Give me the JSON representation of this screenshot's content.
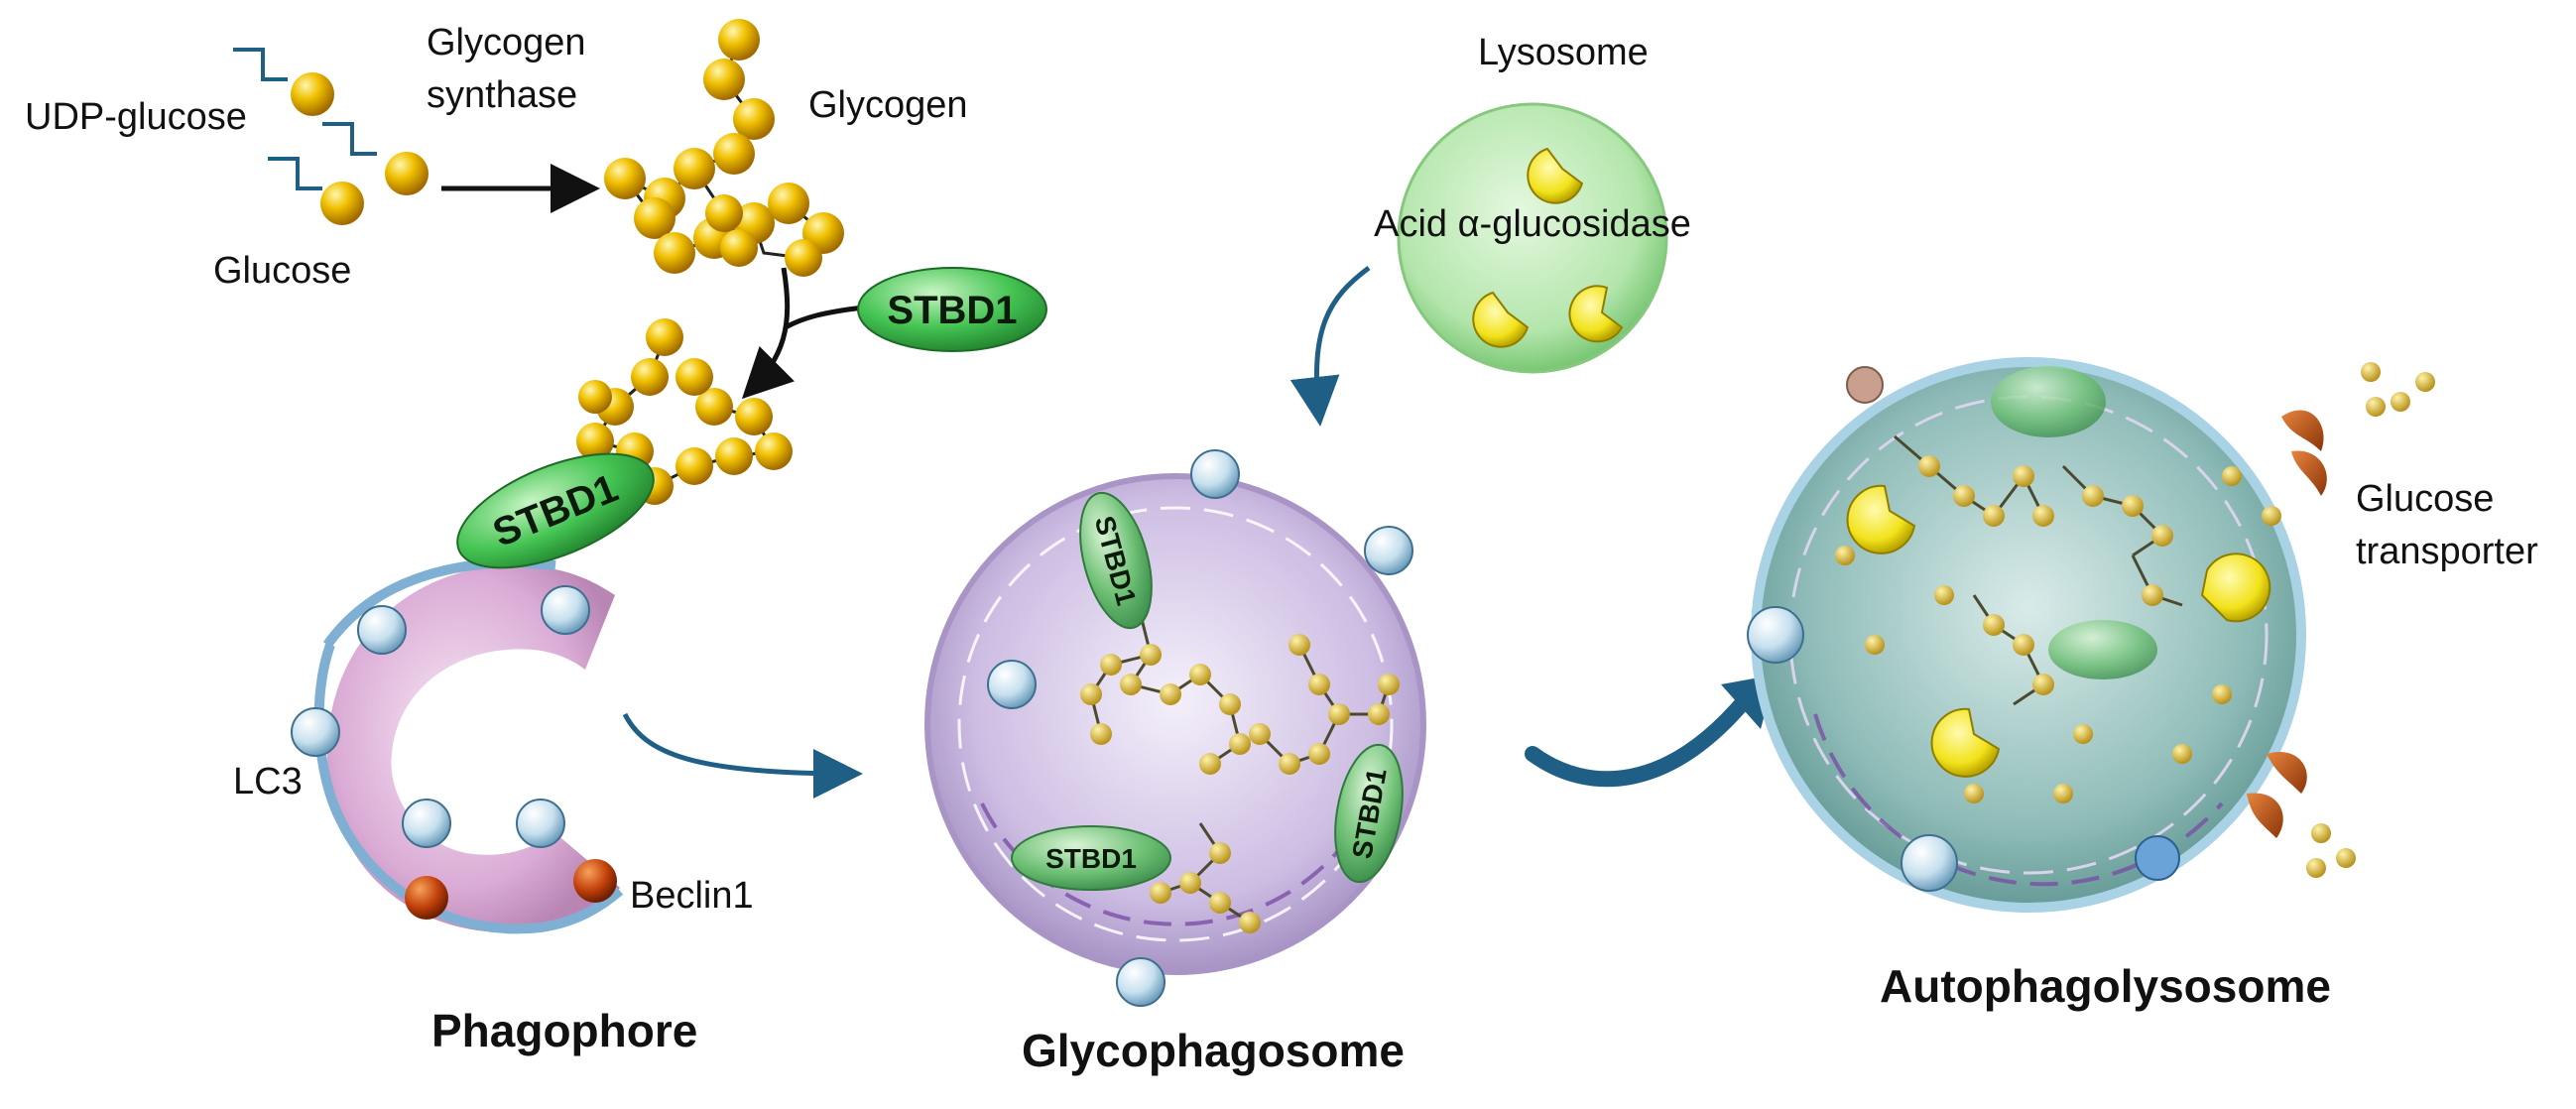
{
  "labels": {
    "udp_glucose": "UDP-glucose",
    "glucose": "Glucose",
    "glycogen_synthase_line1": "Glycogen",
    "glycogen_synthase_line2": "synthase",
    "glycogen": "Glycogen",
    "stbd1": "STBD1",
    "lysosome": "Lysosome",
    "acid_glucosidase": "Acid α-glucosidase",
    "lc3": "LC3",
    "beclin1": "Beclin1",
    "glucose_transporter_line1": "Glucose",
    "glucose_transporter_line2": "transporter"
  },
  "stages": {
    "phagophore": "Phagophore",
    "glycophagosome": "Glycophagosome",
    "autophagolysosome": "Autophagolysosome"
  },
  "colors": {
    "glucose_bead": "#e8b400",
    "stbd1_green": "#3cb84a",
    "lysosome_fill": "#bfeab9",
    "enzyme_yellow": "#f2e21a",
    "membrane_blue": "#8fb8d8",
    "phagophore_pink": "#dca9d6",
    "glycophagosome_purple": "#c8b6dc",
    "autophagolysosome_teal": "#88b7b4",
    "beclin_orange": "#c2410c",
    "arrow_blue": "#1f5f86"
  }
}
